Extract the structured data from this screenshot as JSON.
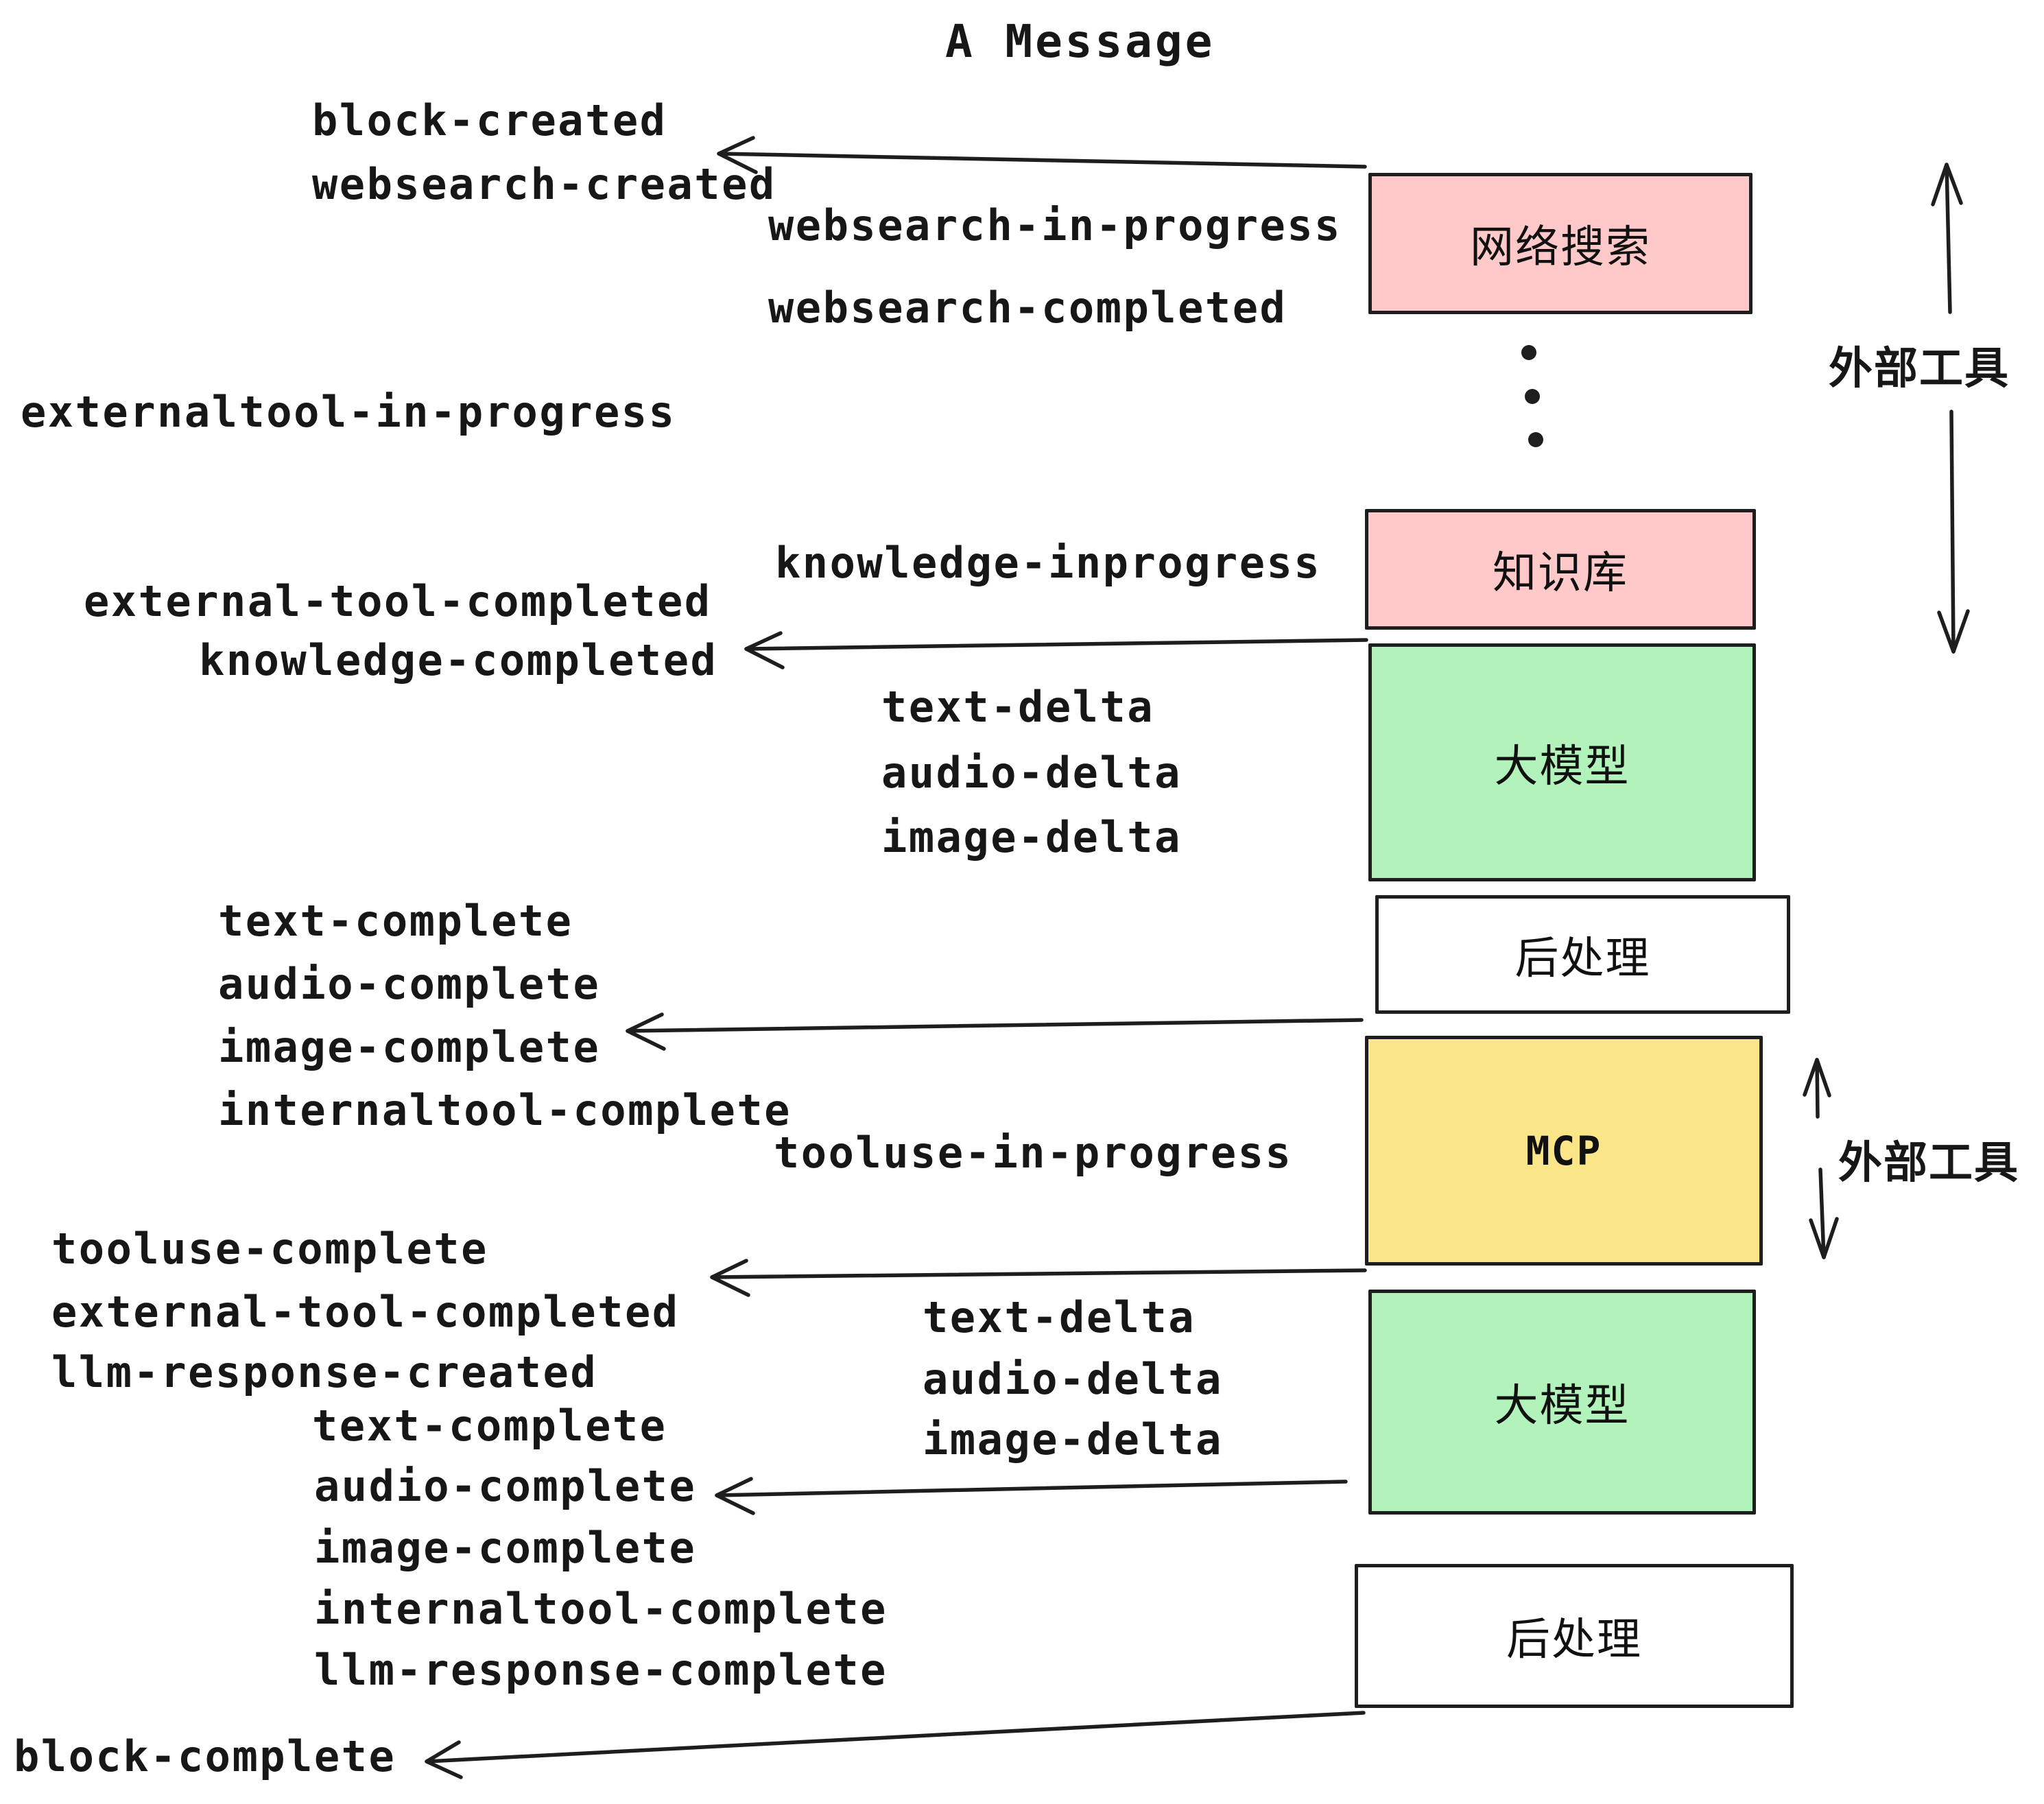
{
  "title": "A Message",
  "colors": {
    "pink": "#FFC9C9",
    "green": "#B2F2BB",
    "yellow": "#FAE588",
    "white": "#FFFFFF",
    "stroke": "#1e1e1e"
  },
  "boxes": [
    {
      "id": "websearch",
      "label": "网络搜索",
      "fill": "#FFC9C9"
    },
    {
      "id": "knowledge",
      "label": "知识库",
      "fill": "#FFC9C9"
    },
    {
      "id": "llm-1",
      "label": "大模型",
      "fill": "#B2F2BB"
    },
    {
      "id": "postprocess-1",
      "label": "后处理",
      "fill": "#FFFFFF"
    },
    {
      "id": "mcp",
      "label": "MCP",
      "fill": "#FAE588"
    },
    {
      "id": "llm-2",
      "label": "大模型",
      "fill": "#B2F2BB"
    },
    {
      "id": "postprocess-2",
      "label": "后处理",
      "fill": "#FFFFFF"
    }
  ],
  "side_labels": [
    {
      "text": "外部工具"
    },
    {
      "text": "外部工具"
    }
  ],
  "events": [
    {
      "text": "block-created"
    },
    {
      "text": "websearch-created"
    },
    {
      "text": "websearch-in-progress"
    },
    {
      "text": "websearch-completed"
    },
    {
      "text": "externaltool-in-progress"
    },
    {
      "text": "knowledge-inprogress"
    },
    {
      "text": "external-tool-completed"
    },
    {
      "text": "knowledge-completed"
    },
    {
      "text": "text-delta"
    },
    {
      "text": "audio-delta"
    },
    {
      "text": "image-delta"
    },
    {
      "text": "text-complete"
    },
    {
      "text": "audio-complete"
    },
    {
      "text": "image-complete"
    },
    {
      "text": "internaltool-complete"
    },
    {
      "text": "tooluse-in-progress"
    },
    {
      "text": "tooluse-complete"
    },
    {
      "text": "external-tool-completed"
    },
    {
      "text": "llm-response-created"
    },
    {
      "text": "text-complete"
    },
    {
      "text": "audio-complete"
    },
    {
      "text": "image-complete"
    },
    {
      "text": "internaltool-complete"
    },
    {
      "text": "llm-response-complete"
    },
    {
      "text": "text-delta"
    },
    {
      "text": "audio-delta"
    },
    {
      "text": "image-delta"
    },
    {
      "text": "block-complete"
    }
  ]
}
